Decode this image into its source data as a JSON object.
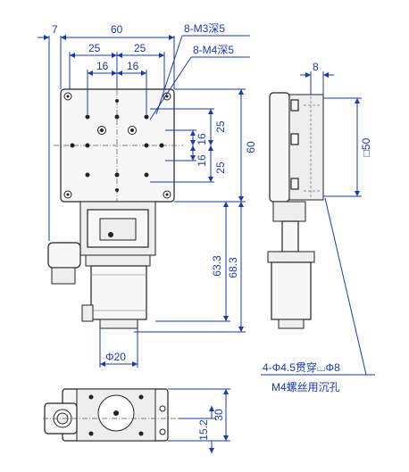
{
  "top_view": {
    "dims_top": {
      "left_offset": "7",
      "width": "60",
      "pitch25_a": "25",
      "pitch25_b": "25",
      "pitch16_a": "16",
      "pitch16_b": "16"
    },
    "callouts": {
      "m3": "8-M3深5",
      "m4": "8-M4深5"
    },
    "dims_right": {
      "v25_a": "25",
      "v16_a": "16",
      "v16_b": "16",
      "v25_b": "25",
      "v60": "60"
    },
    "dims_lower": {
      "h63_3": "63.3",
      "h68_3": "68.3",
      "dia20": "Φ20"
    }
  },
  "side_view": {
    "dim_8": "8",
    "square50": "□50",
    "note_line1": "4-Φ4.5贯穿⌴Φ8",
    "note_line2": "M4螺丝用沉孔"
  },
  "bottom_view": {
    "dim_30": "30",
    "dim_15_2": "15.2"
  }
}
